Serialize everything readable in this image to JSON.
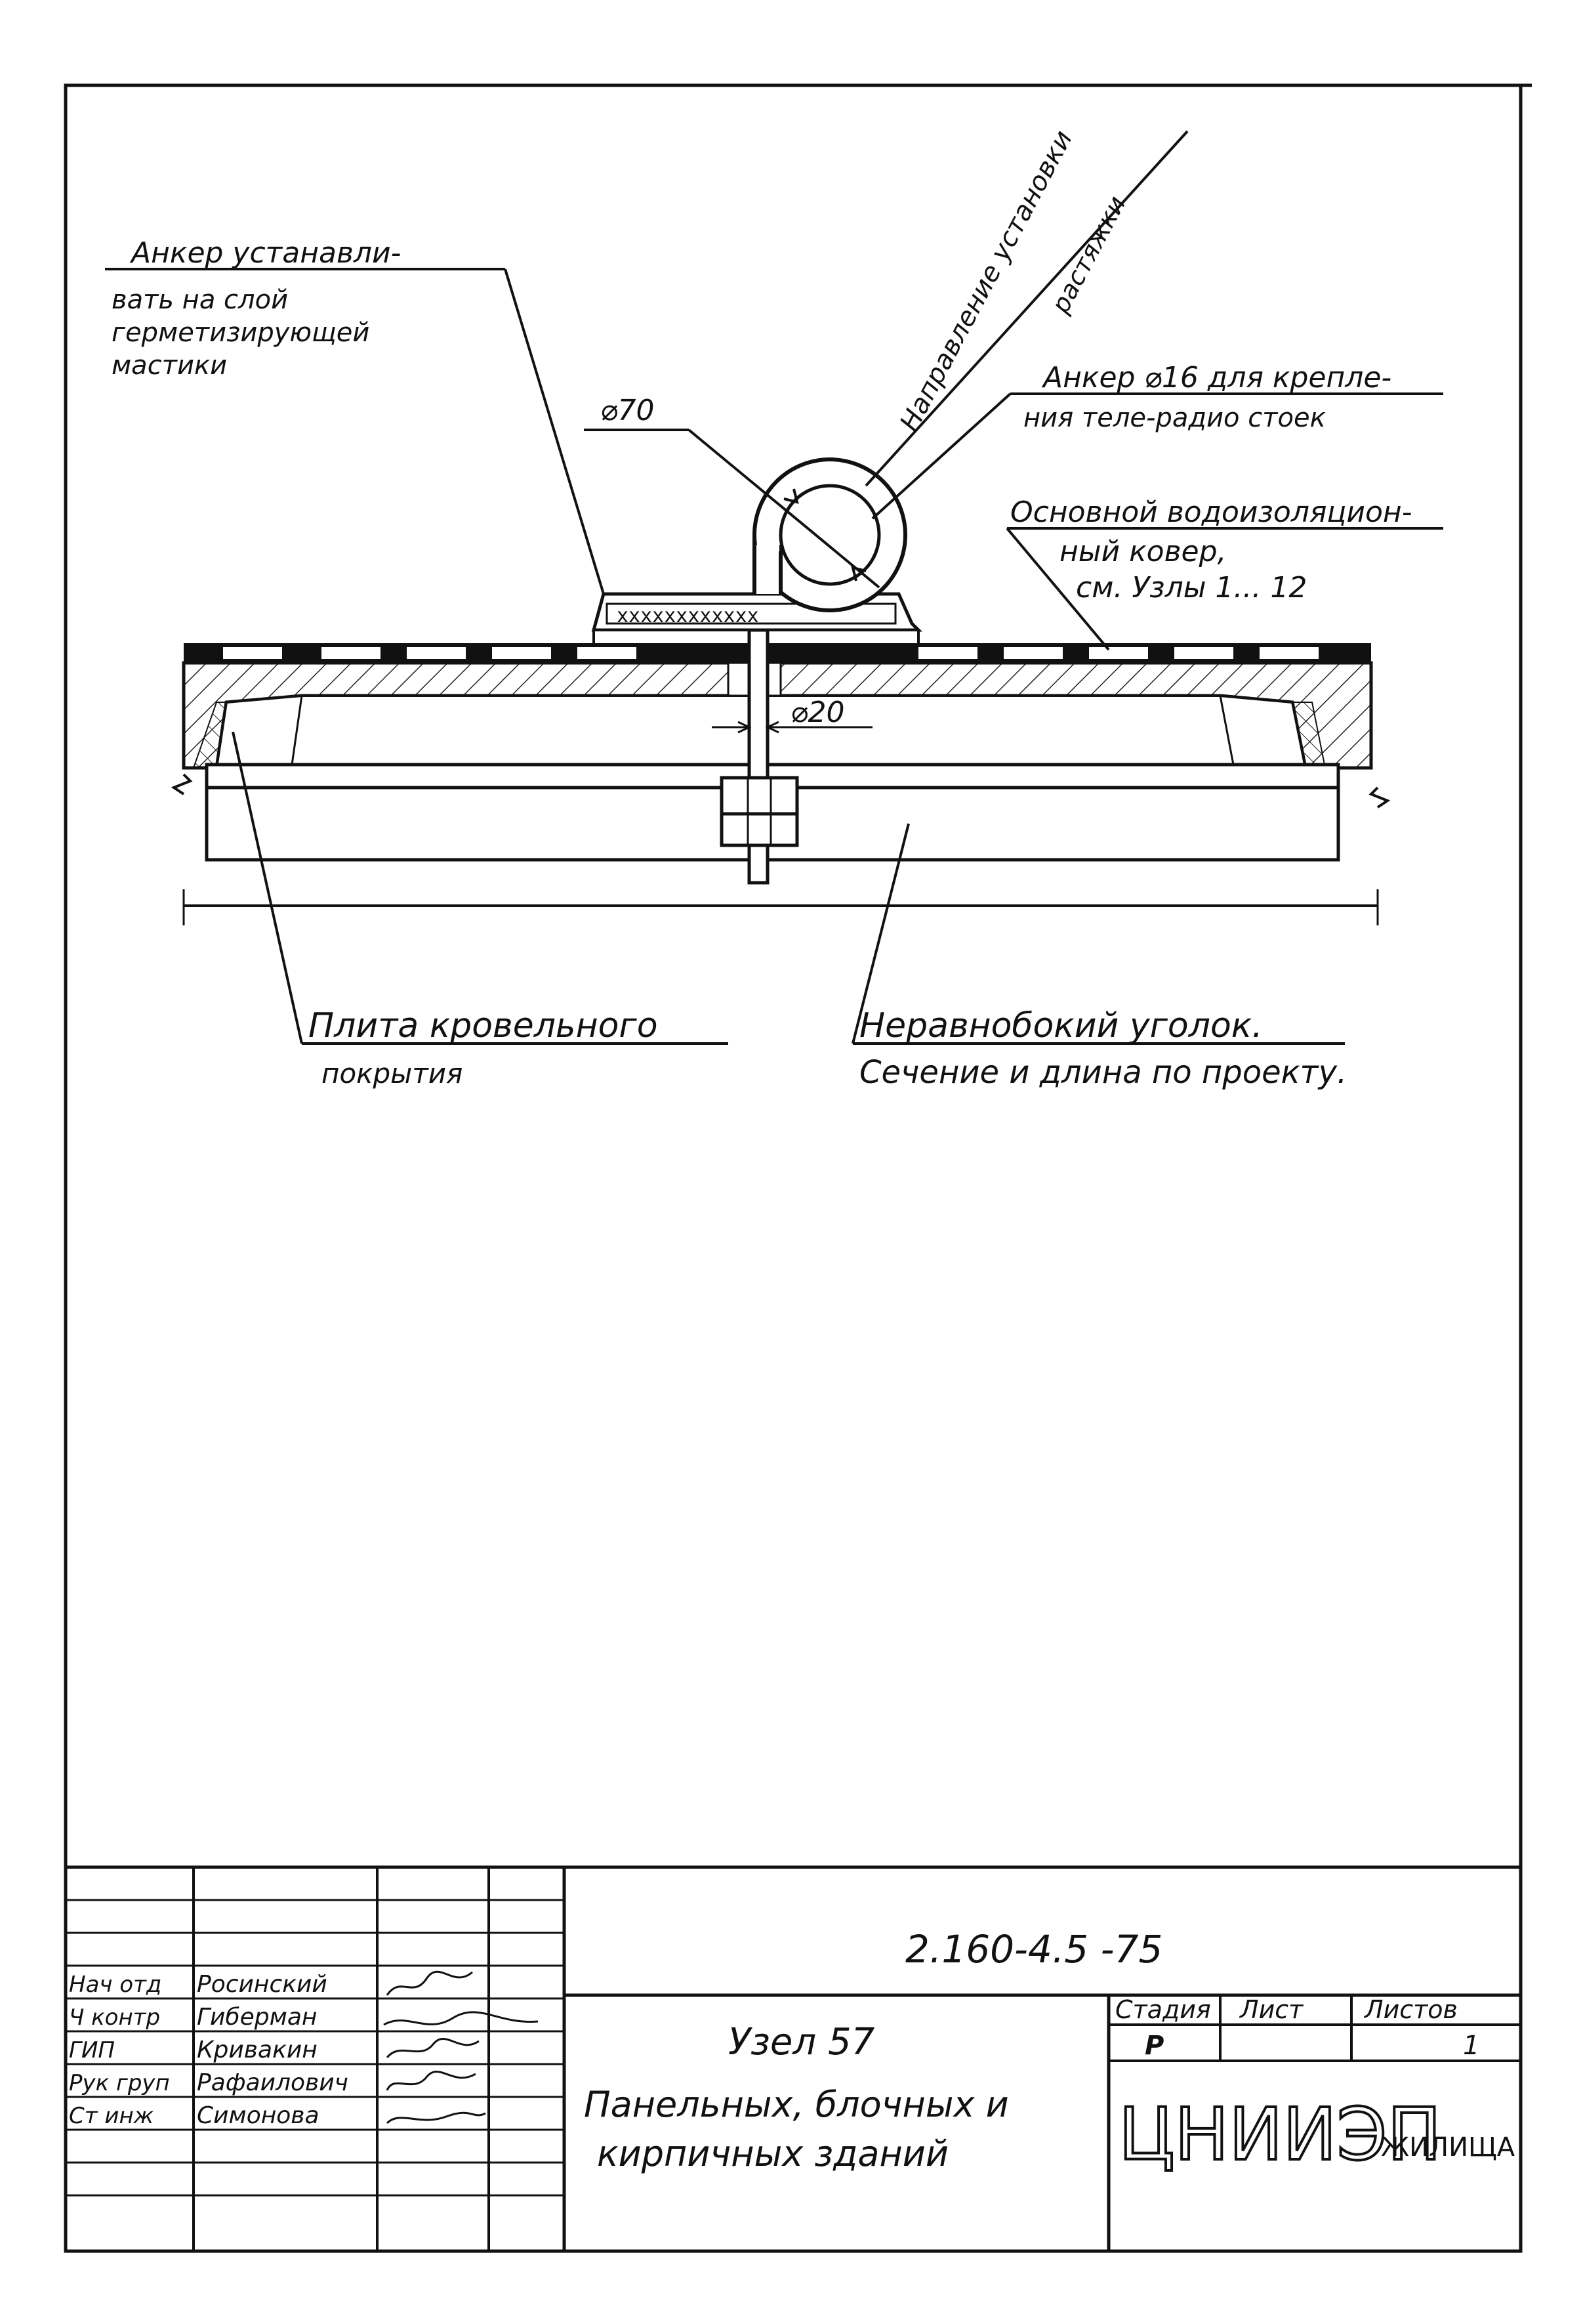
{
  "drawing": {
    "callouts": {
      "anchor_install_1": "Анкер устанавли-",
      "anchor_install_2": "вать на слой",
      "anchor_install_3": "герметизирующей",
      "anchor_install_4": "мастики",
      "guy_direction_1": "Направление установки",
      "guy_direction_2": "растяжки",
      "anchor16_1": "Анкер ⌀16 для крепле-",
      "anchor16_2": "ния теле-радио стоек",
      "carpet_1": "Основной водоизоляцион-",
      "carpet_2": "ный ковер,",
      "carpet_3": "см. Узлы 1... 12",
      "dia70": "⌀70",
      "dia20": "⌀20",
      "slab_1": "Плита кровельного",
      "slab_2": "покрытия",
      "angle_1": "Неравнобокий уголок.",
      "angle_2": "Сечение и длина по проекту."
    }
  },
  "title_block": {
    "doc_number": "2.160-4.5   -75",
    "roles": [
      {
        "role": "Нач отд",
        "name": "Росинский"
      },
      {
        "role": "Ч контр",
        "name": "Гиберман"
      },
      {
        "role": "ГИП",
        "name": "Кривакин"
      },
      {
        "role": "Рук груп",
        "name": "Рафаилович"
      },
      {
        "role": "Ст инж",
        "name": "Симонова"
      }
    ],
    "title_1": "Узел 57",
    "title_2": "Панельных, блочных и",
    "title_3": "кирпичных зданий",
    "stage_header": "Стадия",
    "sheet_header": "Лист",
    "sheets_header": "Листов",
    "stage": "Р",
    "sheet": "",
    "sheets": "1",
    "org_logo": "ЦНИИЭП",
    "org_suffix": "ЖИЛИЩА"
  }
}
